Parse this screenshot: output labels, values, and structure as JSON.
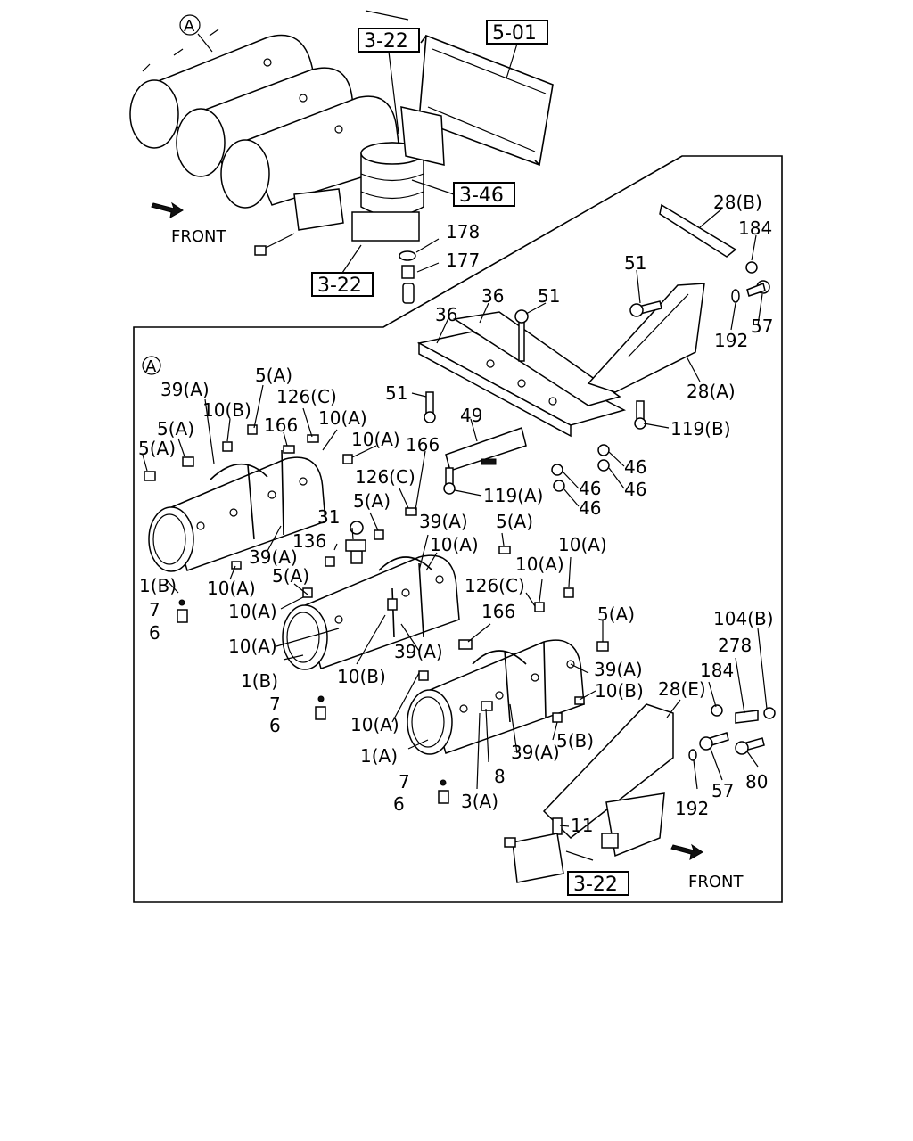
{
  "overview": {
    "detail_marker": "A",
    "front_label": "FRONT",
    "refs": [
      "3-22",
      "5-01",
      "3-46",
      "3-22"
    ],
    "parts": [
      "178",
      "177"
    ]
  },
  "detail": {
    "marker": "A",
    "front_label": "FRONT",
    "ref": "3-22",
    "labels": {
      "l28b": "28(B)",
      "l184a": "184",
      "l51a": "51",
      "l57a": "57",
      "l192a": "192",
      "l36a": "36",
      "l51b": "51",
      "l36b": "36",
      "l28a": "28(A)",
      "l51c": "51",
      "l49": "49",
      "l119b": "119(B)",
      "l46a": "46",
      "l46b": "46",
      "l46c": "46",
      "l46d": "46",
      "l119a": "119(A)",
      "l166a": "166",
      "l39a1": "39(A)",
      "l5a1": "5(A)",
      "l126c1": "126(C)",
      "l10b1": "10(B)",
      "l166b": "166",
      "l10a1": "10(A)",
      "l5a2": "5(A)",
      "l10a2": "10(A)",
      "l5a3": "5(A)",
      "l126c2": "126(C)",
      "l5a4": "5(A)",
      "l31": "31",
      "l39a2": "39(A)",
      "l5a5": "5(A)",
      "l136": "136",
      "l10a3": "10(A)",
      "l39a3": "39(A)",
      "l10a4": "10(A)",
      "l5a6": "5(A)",
      "l10a5": "10(A)",
      "l1b1": "1(B)",
      "l10a6": "10(A)",
      "l7a": "7",
      "l6a": "6",
      "l10a7": "10(A)",
      "l126c3": "126(C)",
      "l166c": "166",
      "l5a7": "5(A)",
      "l104b": "104(B)",
      "l10a8": "10(A)",
      "l278": "278",
      "l39a4": "39(A)",
      "l184b": "184",
      "l1b2": "1(B)",
      "l10b2": "10(B)",
      "l39a5": "39(A)",
      "l28e": "28(E)",
      "l7b": "7",
      "l6b": "6",
      "l10b3": "10(B)",
      "l10a9": "10(A)",
      "l5b": "5(B)",
      "l1a": "1(A)",
      "l8": "8",
      "l39a6": "39(A)",
      "l57b": "57",
      "l80": "80",
      "l7c": "7",
      "l192b": "192",
      "l6c": "6",
      "l3a": "3(A)",
      "l11": "11"
    }
  }
}
